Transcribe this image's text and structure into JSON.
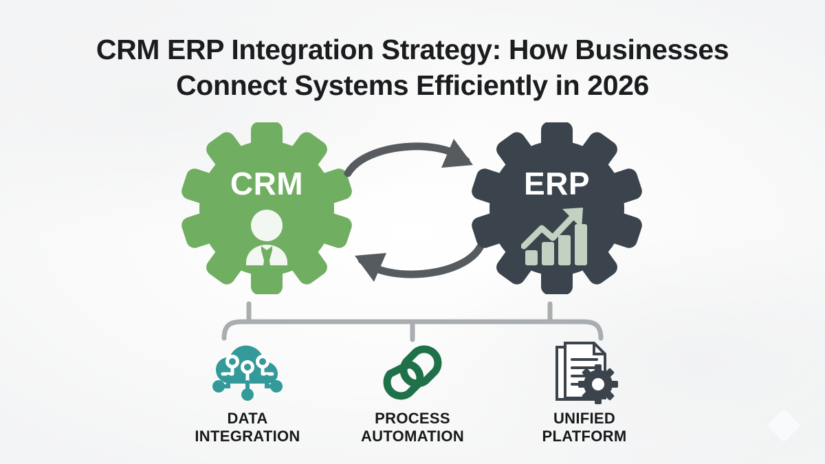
{
  "title": {
    "line1": "CRM ERP Integration Strategy: How Businesses",
    "line2": "Connect Systems Efficiently in 2026",
    "color": "#1a1c1e"
  },
  "diagram": {
    "nodes": [
      {
        "id": "crm",
        "label": "CRM",
        "icon": "business-person-icon",
        "color": "#70ae61",
        "label_color": "#ffffff",
        "icon_color": "#f2f7f1"
      },
      {
        "id": "erp",
        "label": "ERP",
        "icon": "growth-bar-chart-icon",
        "color": "#3b444c",
        "label_color": "#ffffff",
        "icon_color": "#c3d1c3"
      }
    ],
    "connector": {
      "type": "bidirectional-sync-arrows",
      "top_arrow_direction": "right",
      "bottom_arrow_direction": "left",
      "color": "#555b5f"
    },
    "bracket": {
      "color": "#a9adaf",
      "branches": 3
    },
    "pillars": [
      {
        "id": "data-integration",
        "icon": "cloud-circuit-icon",
        "color": "#339999",
        "label_line1": "DATA",
        "label_line2": "INTEGRATION"
      },
      {
        "id": "process-automation",
        "icon": "chain-link-icon",
        "color": "#1e7149",
        "label_line1": "PROCESS",
        "label_line2": "AUTOMATION"
      },
      {
        "id": "unified-platform",
        "icon": "document-gear-icon",
        "color": "#3b444c",
        "label_line1": "UNIFIED",
        "label_line2": "PLATFORM"
      }
    ]
  }
}
